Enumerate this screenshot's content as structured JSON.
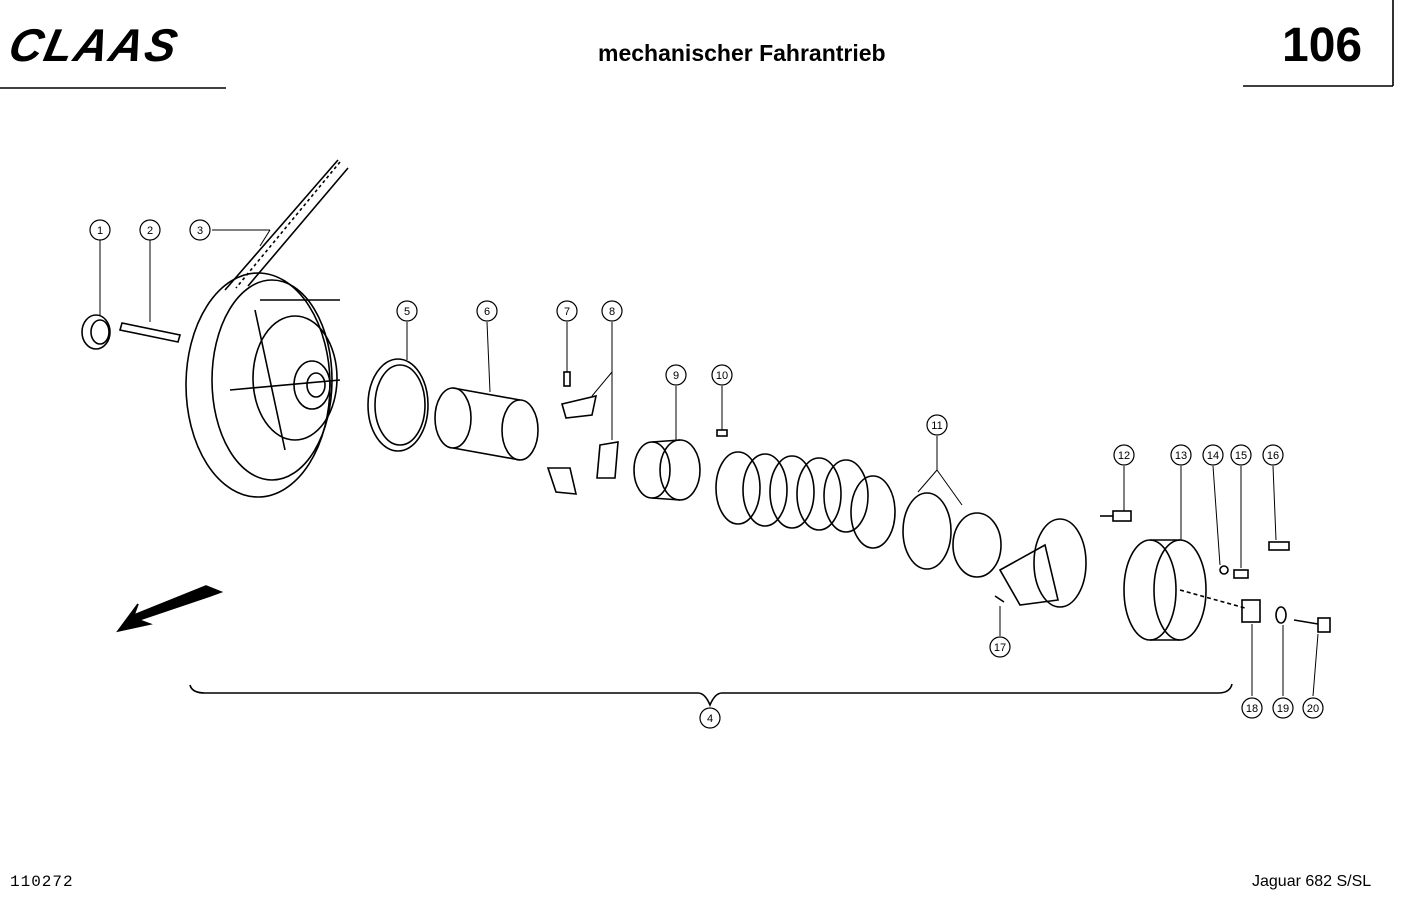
{
  "header": {
    "logo_text": "CLAAS",
    "title": "mechanischer Fahrantrieb",
    "page_number": "106"
  },
  "footer": {
    "document_number": "110272",
    "model": "Jaguar 682 S/SL"
  },
  "callouts": [
    "1",
    "2",
    "3",
    "4",
    "5",
    "6",
    "7",
    "8",
    "9",
    "10",
    "11",
    "12",
    "13",
    "14",
    "15",
    "16",
    "17",
    "18",
    "19",
    "20"
  ]
}
